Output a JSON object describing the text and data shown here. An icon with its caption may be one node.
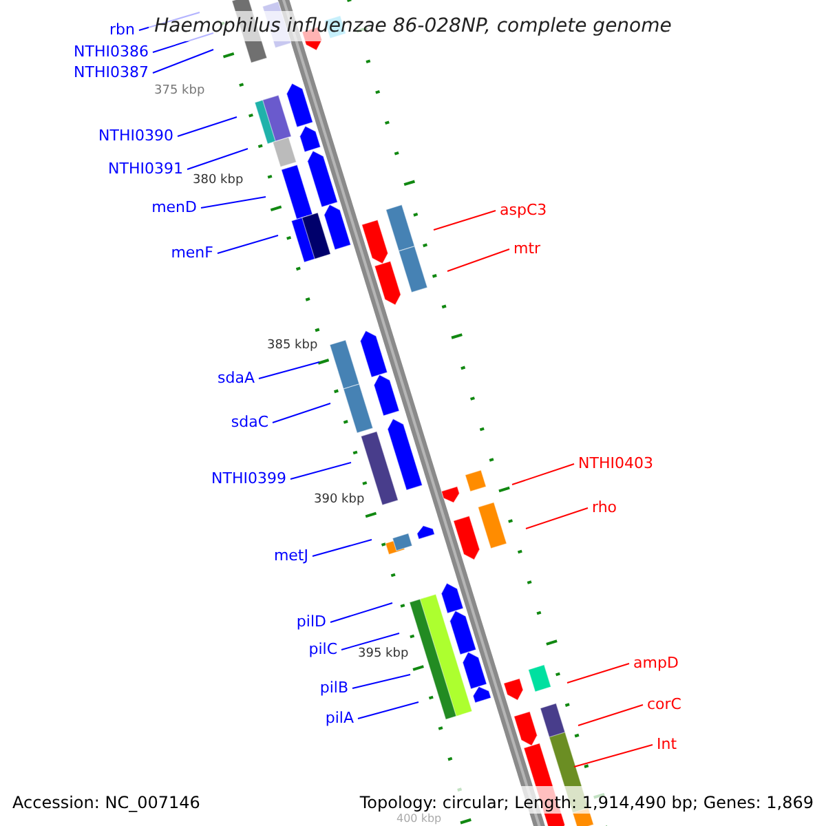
{
  "diagram": {
    "title": "Haemophilus influenzae 86-028NP, complete genome",
    "nodes": [
      {
        "text": [
          "rbn"
        ]
      },
      {
        "text": [
          "NTHI0386"
        ]
      },
      {
        "text": [
          "NTHI0387"
        ]
      },
      {
        "text": [
          "NTHI0390"
        ]
      },
      {
        "text": [
          "NTHI0391"
        ]
      },
      {
        "text": [
          "menD"
        ]
      },
      {
        "text": [
          "menF"
        ]
      },
      {
        "text": [
          "aspC3"
        ]
      },
      {
        "text": [
          "mtr"
        ]
      },
      {
        "text": [
          "sdaA"
        ]
      },
      {
        "text": [
          "sdaC"
        ]
      },
      {
        "text": [
          "NTHI0399"
        ]
      },
      {
        "text": [
          "NTHI0403"
        ]
      },
      {
        "text": [
          "rho"
        ]
      },
      {
        "text": [
          "metJ"
        ]
      },
      {
        "text": [
          "pilD"
        ]
      },
      {
        "text": [
          "pilC"
        ]
      },
      {
        "text": [
          "pilB"
        ]
      },
      {
        "text": [
          "pilA"
        ]
      },
      {
        "text": [
          "ampD"
        ]
      },
      {
        "text": [
          "corC"
        ]
      },
      {
        "text": [
          "Int"
        ]
      }
    ],
    "edges": [
      {
        "from": 0,
        "to": null,
        "arrow": "none"
      },
      {
        "from": 1,
        "to": null,
        "arrow": "none"
      },
      {
        "from": 2,
        "to": null,
        "arrow": "none"
      },
      {
        "from": 3,
        "to": null,
        "arrow": "none"
      },
      {
        "from": 4,
        "to": null,
        "arrow": "none"
      },
      {
        "from": 5,
        "to": null,
        "arrow": "none"
      },
      {
        "from": 6,
        "to": null,
        "arrow": "none"
      },
      {
        "from": 7,
        "to": null,
        "arrow": "none",
        "color": "#ff0000"
      },
      {
        "from": 8,
        "to": null,
        "arrow": "none",
        "color": "#ff0000"
      },
      {
        "from": 9,
        "to": null,
        "arrow": "none"
      },
      {
        "from": 10,
        "to": null,
        "arrow": "none"
      },
      {
        "from": 11,
        "to": null,
        "arrow": "none"
      },
      {
        "from": 12,
        "to": null,
        "arrow": "none",
        "color": "#ff0000"
      },
      {
        "from": 13,
        "to": null,
        "arrow": "none",
        "color": "#ff0000"
      },
      {
        "from": 14,
        "to": null,
        "arrow": "none"
      },
      {
        "from": 15,
        "to": null,
        "arrow": "none"
      },
      {
        "from": 16,
        "to": null,
        "arrow": "none"
      },
      {
        "from": 17,
        "to": null,
        "arrow": "none"
      },
      {
        "from": 18,
        "to": null,
        "arrow": "none"
      },
      {
        "from": 19,
        "to": null,
        "arrow": "none",
        "color": "#ff0000"
      },
      {
        "from": 20,
        "to": null,
        "arrow": "none",
        "color": "#ff0000"
      },
      {
        "from": 21,
        "to": null,
        "arrow": "none",
        "color": "#ff0000"
      }
    ],
    "labels": [
      "375 kbp",
      "380 kbp",
      "385 kbp",
      "390 kbp",
      "395 kbp",
      "400 kbp",
      "Accession: NC_007146",
      "Topology: circular; Length: 1,914,490 bp; Genes: 1,869"
    ]
  }
}
